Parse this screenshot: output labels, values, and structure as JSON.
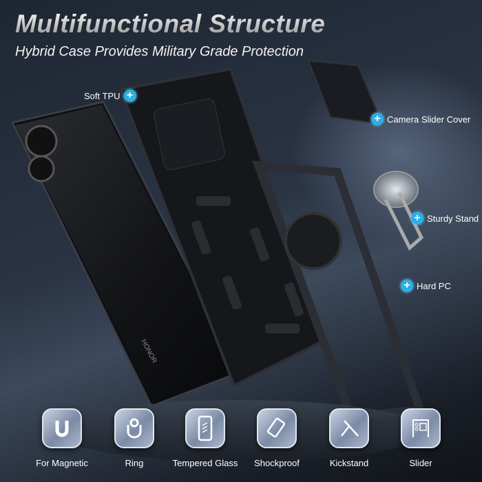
{
  "header": {
    "title": "Multifunctional Structure",
    "subtitle": "Hybrid Case Provides Military Grade Protection"
  },
  "callouts": [
    {
      "label": "Soft TPU",
      "icon": "plus-icon"
    },
    {
      "label": "Camera Slider Cover",
      "icon": "plus-icon"
    },
    {
      "label": "Sturdy Stand",
      "icon": "plus-icon"
    },
    {
      "label": "Hard PC",
      "icon": "plus-icon"
    }
  ],
  "phone": {
    "brand": "HONOR"
  },
  "features": [
    {
      "label": "For Magnetic",
      "icon": "magnet-icon"
    },
    {
      "label": "Ring",
      "icon": "ring-icon"
    },
    {
      "label": "Tempered Glass",
      "icon": "glass-icon"
    },
    {
      "label": "Shockproof",
      "icon": "shockproof-icon"
    },
    {
      "label": "Kickstand",
      "icon": "kickstand-icon"
    },
    {
      "label": "Slider",
      "icon": "slider-icon"
    }
  ],
  "colors": {
    "accent": "#2ab0e6"
  }
}
